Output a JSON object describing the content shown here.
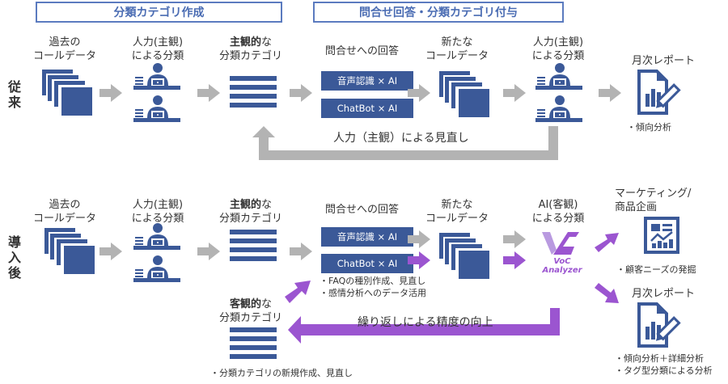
{
  "headers": {
    "category_creation": "分類カテゴリ作成",
    "inquiry_answer": "問合せ回答・分類カテゴリ付与"
  },
  "colors": {
    "navy": "#3b5998",
    "header_border": "#5b7bbf",
    "gray_arrow": "#b3b3b3",
    "purple_arrow": "#9b55d0"
  },
  "before": {
    "row_label": "従来",
    "past_data": {
      "line1": "過去の",
      "line2": "コールデータ"
    },
    "manual_class": {
      "line1": "人力(主観)",
      "line2": "による分類"
    },
    "subjective_cat": {
      "bold": "主観的",
      "rest": "な",
      "line2": "分類カテゴリ"
    },
    "inquiry_answer": "問合せへの回答",
    "voice_ai": "音声認識 × AI",
    "chatbot_ai": "ChatBot × AI",
    "new_data": {
      "line1": "新たな",
      "line2": "コールデータ"
    },
    "manual_class2": {
      "line1": "人力(主観)",
      "line2": "による分類"
    },
    "monthly_report": "月次レポート",
    "report_note": "・傾向分析",
    "loop_text": "人力（主観）による見直し"
  },
  "after": {
    "row_label": "導入後",
    "past_data": {
      "line1": "過去の",
      "line2": "コールデータ"
    },
    "manual_class": {
      "line1": "人力(主観)",
      "line2": "による分類"
    },
    "subjective_cat": {
      "bold": "主観的",
      "rest": "な",
      "line2": "分類カテゴリ"
    },
    "inquiry_answer": "問合せへの回答",
    "voice_ai": "音声認識 × AI",
    "chatbot_ai": "ChatBot × AI",
    "chatbot_notes": [
      "・FAQの種別作成、見直し",
      "・感情分析へのデータ活用"
    ],
    "new_data": {
      "line1": "新たな",
      "line2": "コールデータ"
    },
    "ai_class": {
      "line1": "AI(客観)",
      "line2": "による分類"
    },
    "logo": {
      "line1": "VoC",
      "line2": "Analyzer"
    },
    "marketing": {
      "line1": "マーケティング/",
      "line2": "商品企画"
    },
    "marketing_note": "・顧客ニーズの発掘",
    "monthly_report": "月次レポート",
    "report_notes": [
      "・傾向分析＋詳細分析",
      "・タグ型分類による分析"
    ],
    "objective_cat": {
      "bold": "客観的",
      "rest": "な",
      "line2": "分類カテゴリ"
    },
    "objective_note": "・分類カテゴリの新規作成、見直し",
    "loop_text": "繰り返しによる精度の向上"
  }
}
